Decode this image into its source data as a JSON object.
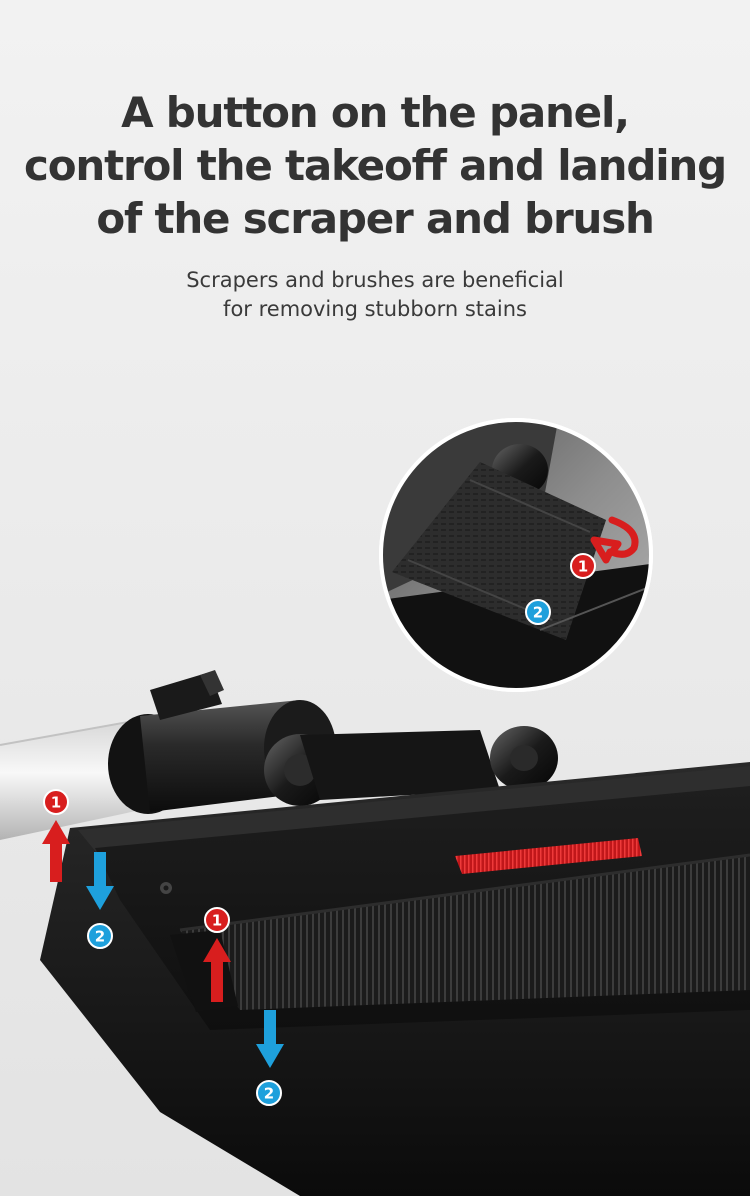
{
  "headline": {
    "line1": "A button on the panel,",
    "line2": "control the takeoff and landing",
    "line3": "of the scraper and brush"
  },
  "subheadline": {
    "line1": "Scrapers and brushes are beneficial",
    "line2": "for removing stubborn stains"
  },
  "markers": {
    "inset_1": "1",
    "inset_2": "2",
    "front_1": "1",
    "front_2": "2",
    "mid_1": "1",
    "mid_2": "2"
  },
  "colors": {
    "background": "#ececec",
    "headline": "#333333",
    "raise_arrow": "#d81e1e",
    "lower_arrow": "#1ea0dc",
    "brush_red": "#d41c1c",
    "nozzle_black": "#161616"
  },
  "icons": {
    "raise": "arrow-up-icon",
    "lower": "arrow-down-icon",
    "rotate": "rotate-arrow-icon"
  }
}
